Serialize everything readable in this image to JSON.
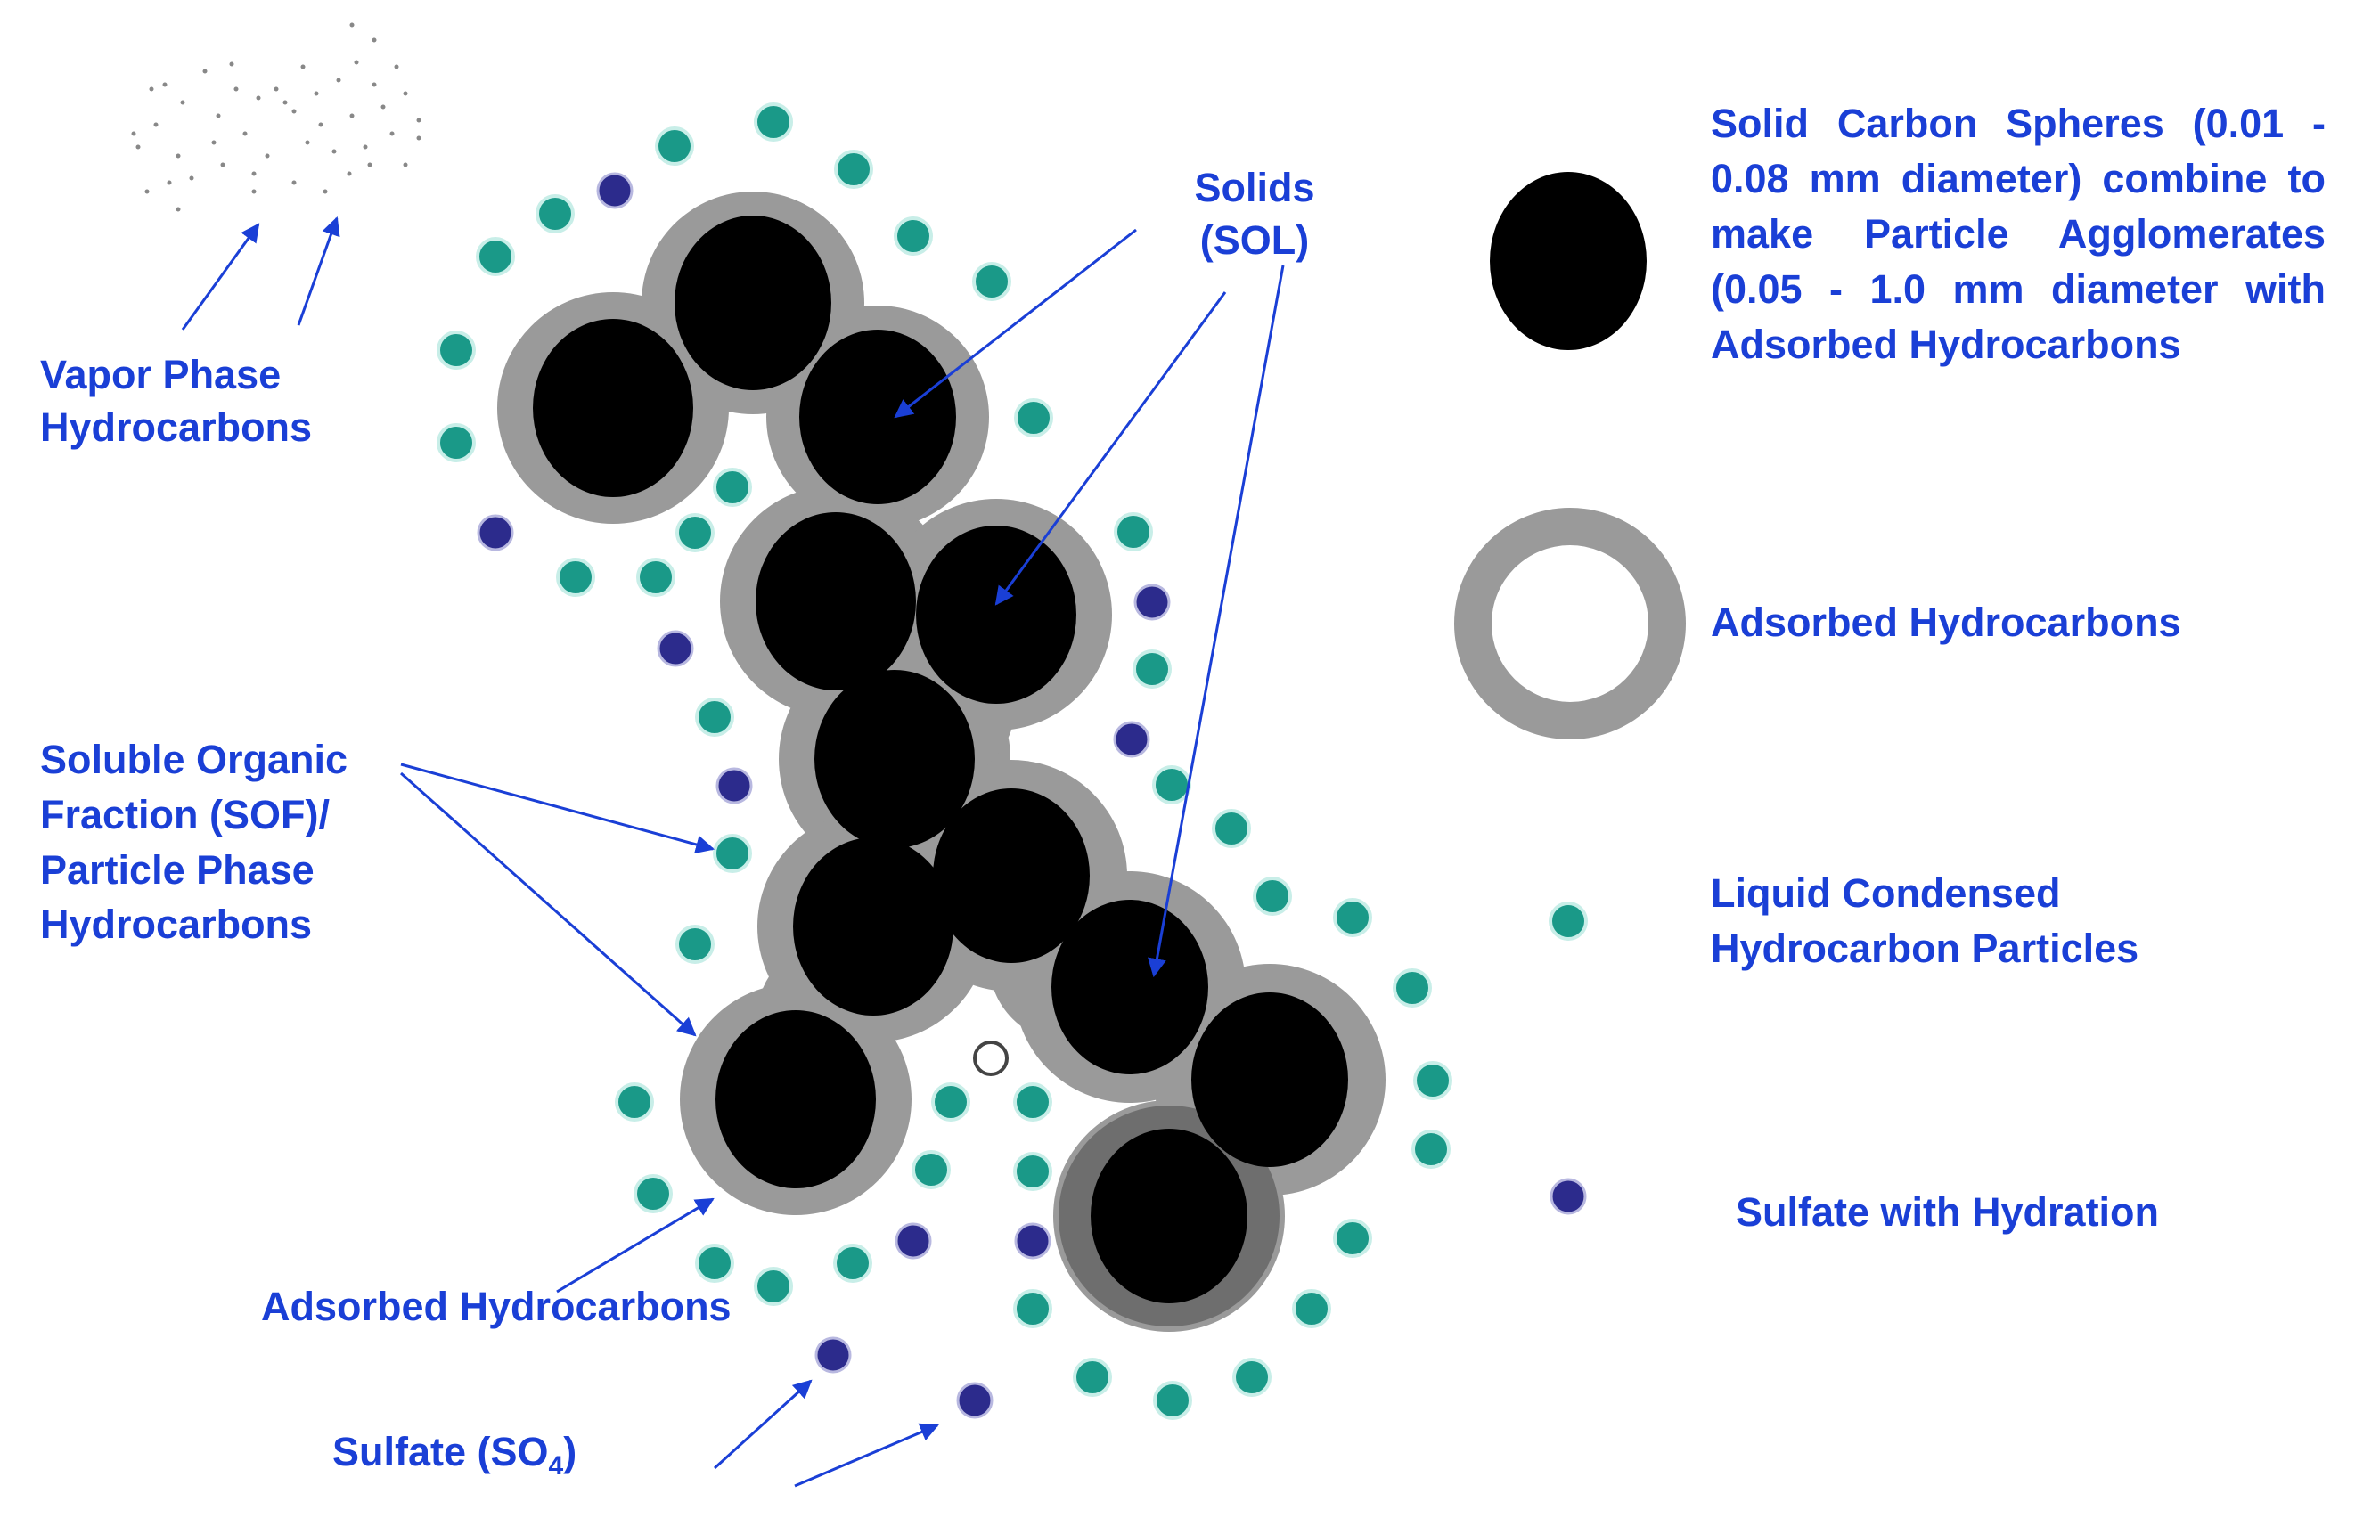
{
  "labels": {
    "vapor_line1": "Vapor Phase",
    "vapor_line2": "Hydrocarbons",
    "solids_line1": "Solids",
    "solids_line2": "(SOL)",
    "sof_line1": "Soluble Organic",
    "sof_line2": "Fraction (SOF)/",
    "sof_line3": "Particle Phase",
    "sof_line4": "Hydrocarbons",
    "adsorbed": "Adsorbed Hydrocarbons",
    "sulfate_prefix": "Sulfate (SO",
    "sulfate_sub": "4",
    "sulfate_suffix": ")"
  },
  "legend": {
    "carbon_lines": [
      "Solid Carbon Spheres (0.01 -",
      "0.08 mm diameter) combine to",
      "make Particle Agglomerates",
      "(0.05 - 1.0 mm diameter with",
      "Adsorbed Hydrocarbons"
    ],
    "adsorbed": "Adsorbed Hydrocarbons",
    "liquid_line1": "Liquid Condensed",
    "liquid_line2": "Hydrocarbon Particles",
    "sulfate": "Sulfate with Hydration"
  },
  "colors": {
    "carbon": "#000000",
    "adsorbed_shell": "#999999",
    "liquid": "#1a9988",
    "sulfate": "#2c2b8c",
    "label": "#1a3fd6"
  }
}
